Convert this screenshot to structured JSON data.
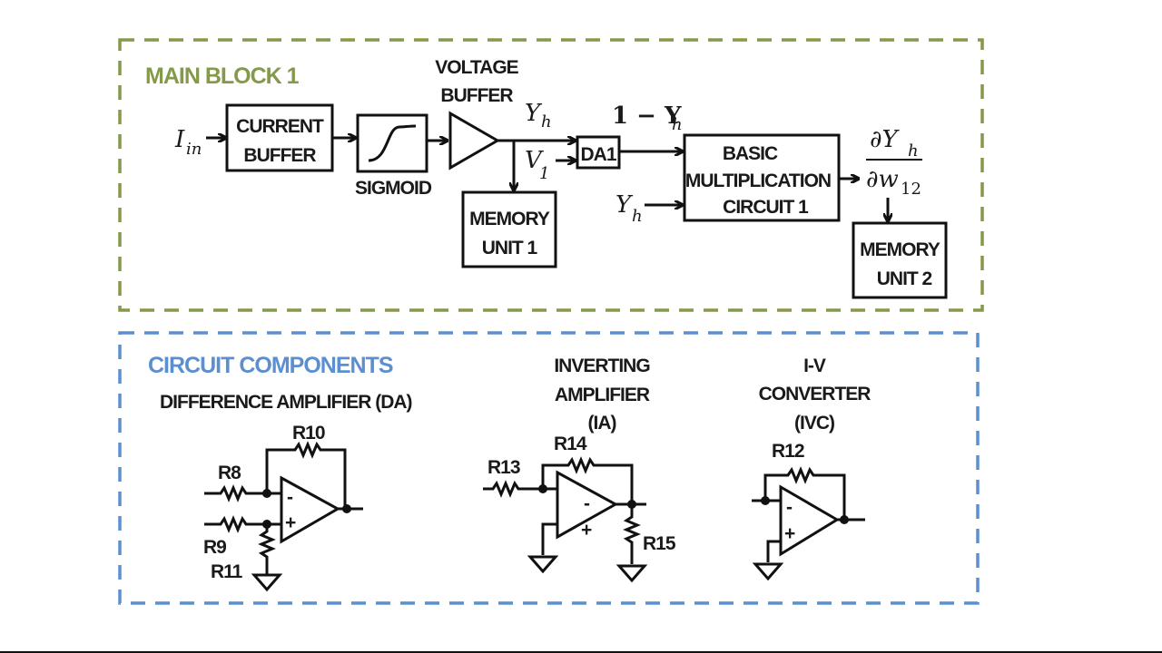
{
  "main_block": {
    "title": "MAIN BLOCK 1",
    "border_color": "#84994a",
    "input_label": "I",
    "input_sub": "in",
    "blocks": {
      "current_buffer": [
        "CURRENT",
        "BUFFER"
      ],
      "sigmoid": "SIGMOID",
      "voltage_buffer": [
        "VOLTAGE",
        "BUFFER"
      ],
      "memory_unit_1": [
        "MEMORY",
        "UNIT 1"
      ],
      "da1": "DA1",
      "basic_multiplication": [
        "BASIC",
        "MULTIPLICATION",
        "CIRCUIT 1"
      ],
      "memory_unit_2": [
        "MEMORY",
        "UNIT 2"
      ]
    },
    "signals": {
      "yh": "Y",
      "yh_sub": "h",
      "v1": "V",
      "v1_sub": "1",
      "one_minus": "1 − Y",
      "one_minus_sub": "h",
      "yh2": "Y",
      "yh2_sub": "h",
      "deriv_num": "∂Y",
      "deriv_num_sub": "h",
      "deriv_den": "∂w",
      "deriv_den_sub": "12"
    }
  },
  "components": {
    "title": "CIRCUIT COMPONENTS",
    "border_color": "#5b8fd0",
    "difference_amplifier": {
      "title": "DIFFERENCE AMPLIFIER (DA)",
      "resistors": [
        "R8",
        "R9",
        "R10",
        "R11"
      ],
      "minus": "-",
      "plus": "+"
    },
    "inverting_amplifier": {
      "title": [
        "INVERTING",
        "AMPLIFIER",
        "(IA)"
      ],
      "resistors": [
        "R13",
        "R14",
        "R15"
      ],
      "minus": "-",
      "plus": "+"
    },
    "iv_converter": {
      "title": [
        "I-V",
        "CONVERTER",
        "(IVC)"
      ],
      "resistors": [
        "R12"
      ],
      "minus": "-",
      "plus": "+"
    }
  }
}
